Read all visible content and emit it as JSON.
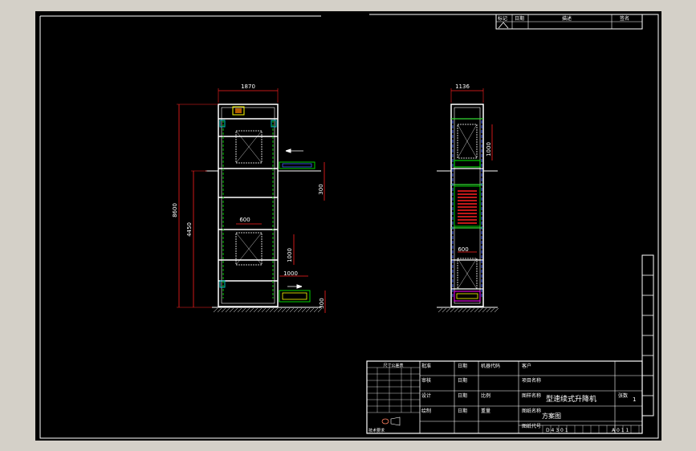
{
  "revision_header": {
    "col_mark": "标记",
    "col_date": "日期",
    "col_desc": "描述",
    "col_sign": "签名"
  },
  "dimensions": {
    "front_width": "1870",
    "front_total_height": "8600",
    "front_lift_height": "4450",
    "front_inner_width": "600",
    "front_inlet_height": "1000",
    "front_outlet_length": "1000",
    "front_right_300": "300",
    "front_bottom_300": "300",
    "side_width": "1136",
    "side_upper_height": "1000",
    "side_lower_width": "600"
  },
  "title_block": {
    "tolerance_table_title": "尺寸公差表",
    "approve_label": "批准",
    "check_label": "审核",
    "design_label": "设计",
    "draw_label": "绘制",
    "date_label_1": "日期",
    "date_label_2": "日期",
    "date_label_3": "日期",
    "date_label_4": "日期",
    "material_code_label": "机器代码",
    "scale_label": "比例",
    "weight_label": "重量",
    "customer_label": "客户",
    "project_name_label": "项目名称",
    "drawing_name_label": "图样名称",
    "drawing_name_value": "型速续式升降机",
    "drawing_title_label": "图纸名称",
    "drawing_title_value": "方案图",
    "drawing_code_label": "图纸代号",
    "drawing_code_value": "D 4 3 0 1",
    "sheet_label": "张数",
    "sheet_value": "1",
    "revision_value": "A 0 1 1",
    "tech_req_label": "技术要求"
  },
  "colors": {
    "background": "#000000",
    "frame": "#ffffff",
    "dimension": "#ff2020",
    "green": "#00d000",
    "yellow": "#ffff00",
    "blue": "#4060ff",
    "magenta": "#ff00ff",
    "cyan": "#00c0c0"
  }
}
